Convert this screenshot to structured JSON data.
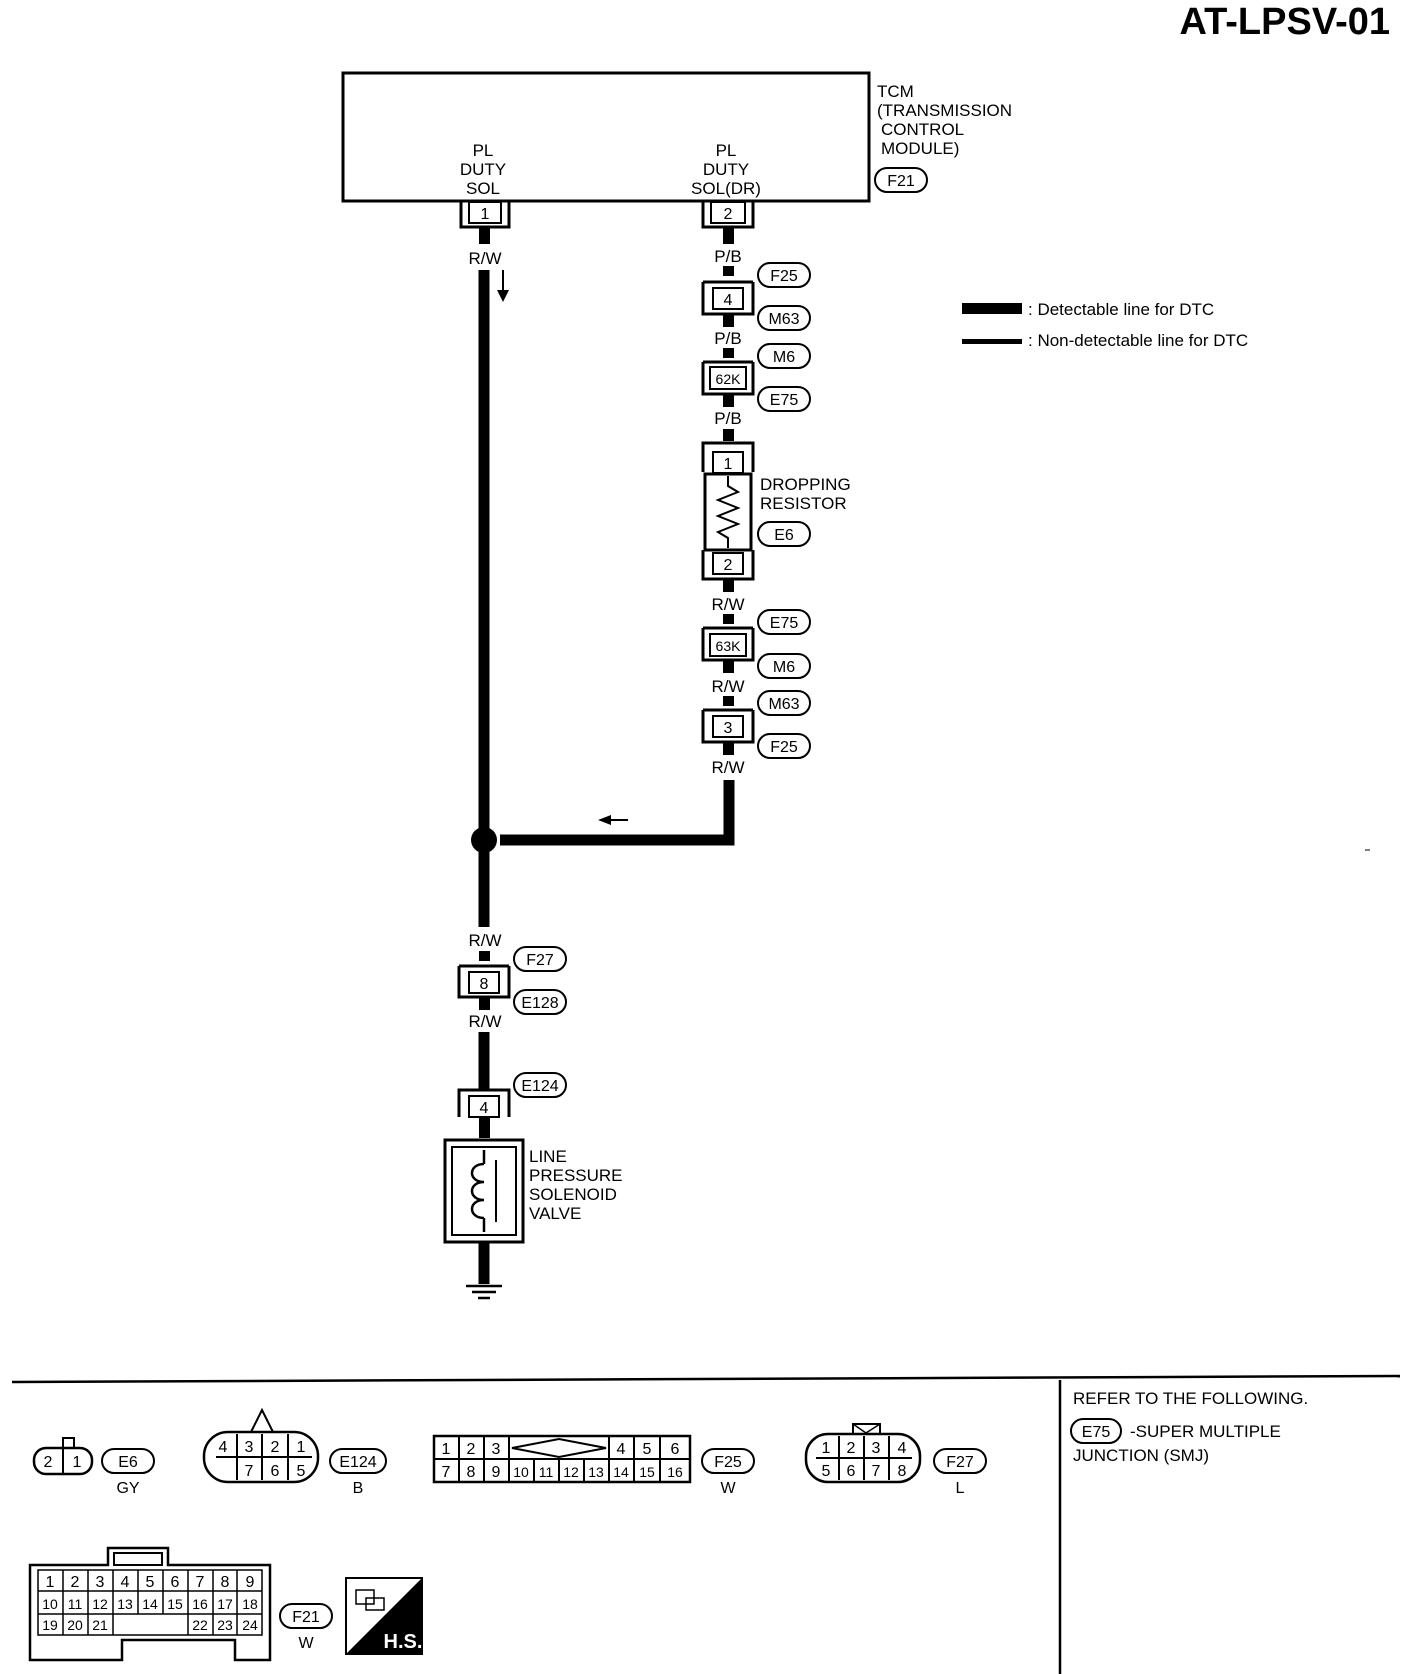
{
  "page_id": "AT-LPSV-01",
  "tcm": {
    "name_lines": [
      "TCM",
      "(TRANSMISSION",
      "CONTROL",
      "MODULE)"
    ],
    "connector": "F21",
    "terminal_1": {
      "label_lines": [
        "PL",
        "DUTY",
        "SOL"
      ],
      "pin": "1"
    },
    "terminal_2": {
      "label_lines": [
        "PL",
        "DUTY",
        "SOL(DR)"
      ],
      "pin": "2"
    }
  },
  "legend": {
    "detectable": ": Detectable line for DTC",
    "non_detectable": ": Non-detectable line for DTC"
  },
  "left_wire": {
    "color_top": "R/W"
  },
  "right_chain": {
    "wire_pb_1": "P/B",
    "conn_4": {
      "pin": "4",
      "top": "F25",
      "bottom": "M63"
    },
    "wire_pb_2": "P/B",
    "conn_62k": {
      "pin": "62K",
      "top": "M6",
      "bottom": "E75"
    },
    "wire_pb_3": "P/B",
    "resistor": {
      "pin_top": "1",
      "pin_bottom": "2",
      "name_lines": [
        "DROPPING",
        "RESISTOR"
      ],
      "connector": "E6"
    },
    "wire_rw_1": "R/W",
    "conn_63k": {
      "pin": "63K",
      "top": "E75",
      "bottom": "M6"
    },
    "wire_rw_2": "R/W",
    "conn_3": {
      "pin": "3",
      "top": "M63",
      "bottom": "F25"
    },
    "wire_rw_3": "R/W"
  },
  "lower_chain": {
    "wire_rw_1": "R/W",
    "conn_8": {
      "pin": "8",
      "top": "F27",
      "bottom": "E128"
    },
    "wire_rw_2": "R/W",
    "conn_4": {
      "pin": "4",
      "tag": "E124"
    },
    "solenoid_lines": [
      "LINE",
      "PRESSURE",
      "SOLENOID",
      "VALVE"
    ]
  },
  "connectors": {
    "e6": {
      "pins": [
        "2",
        "1"
      ],
      "tag": "E6",
      "color": "GY"
    },
    "e124": {
      "pins_top": [
        "4",
        "3",
        "2",
        "1"
      ],
      "pins_bottom": [
        "7",
        "6",
        "5"
      ],
      "tag": "E124",
      "color": "B"
    },
    "f25": {
      "pins_top_left": [
        "1",
        "2",
        "3"
      ],
      "pins_top_right": [
        "4",
        "5",
        "6"
      ],
      "pins_bottom": [
        "7",
        "8",
        "9",
        "10",
        "11",
        "12",
        "13",
        "14",
        "15",
        "16"
      ],
      "tag": "F25",
      "color": "W"
    },
    "f27": {
      "pins_top": [
        "1",
        "2",
        "3",
        "4"
      ],
      "pins_bottom": [
        "5",
        "6",
        "7",
        "8"
      ],
      "tag": "F27",
      "color": "L"
    },
    "f21": {
      "row1": [
        "1",
        "2",
        "3",
        "4",
        "5",
        "6",
        "7",
        "8",
        "9"
      ],
      "row2": [
        "10",
        "11",
        "12",
        "13",
        "14",
        "15",
        "16",
        "17",
        "18"
      ],
      "row3_left": [
        "19",
        "20",
        "21"
      ],
      "row3_right": [
        "22",
        "23",
        "24"
      ],
      "tag": "F21",
      "color": "W"
    },
    "hs_badge": "H.S."
  },
  "refer": {
    "line1": "REFER TO THE FOLLOWING.",
    "tag": "E75",
    "line2": "-SUPER MULTIPLE",
    "line3": "JUNCTION (SMJ)"
  }
}
